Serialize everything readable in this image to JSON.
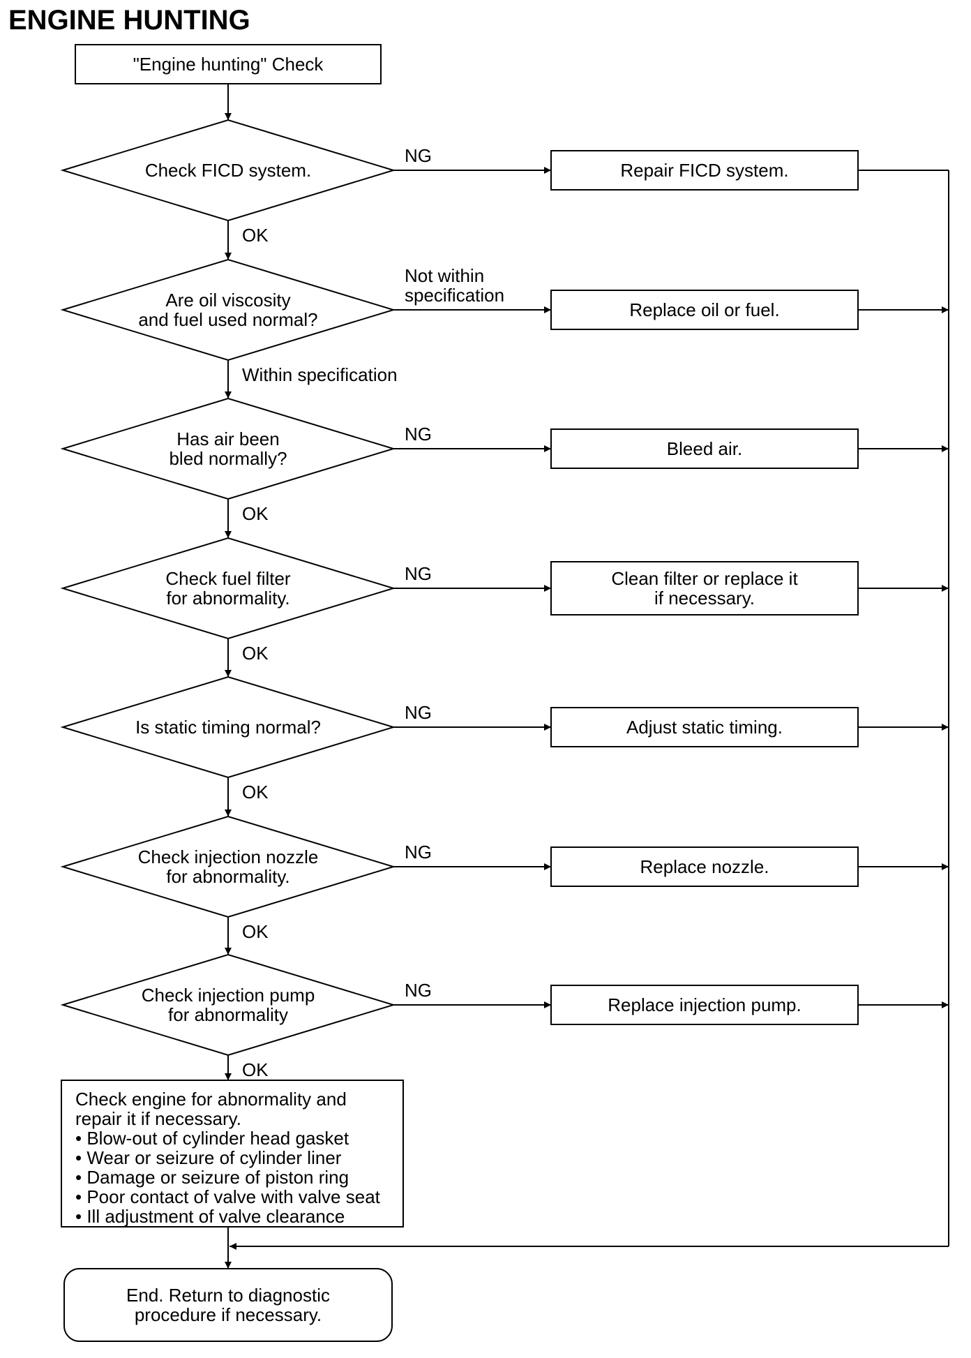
{
  "title": "ENGINE HUNTING",
  "start": "\"Engine hunting\" Check",
  "decisions": [
    {
      "lines": [
        "Check FICD system."
      ],
      "pass_label": "OK",
      "fail_label": [
        "NG"
      ],
      "action": [
        "Repair FICD system."
      ]
    },
    {
      "lines": [
        "Are oil viscosity",
        "and fuel used normal?"
      ],
      "pass_label": "Within specification",
      "fail_label": [
        "Not within",
        "specification"
      ],
      "action": [
        "Replace oil or fuel."
      ]
    },
    {
      "lines": [
        "Has air been",
        "bled normally?"
      ],
      "pass_label": "OK",
      "fail_label": [
        "NG"
      ],
      "action": [
        "Bleed air."
      ]
    },
    {
      "lines": [
        "Check fuel filter",
        "for abnormality."
      ],
      "pass_label": "OK",
      "fail_label": [
        "NG"
      ],
      "action": [
        "Clean filter or replace it",
        "if necessary."
      ]
    },
    {
      "lines": [
        "Is static timing normal?"
      ],
      "pass_label": "OK",
      "fail_label": [
        "NG"
      ],
      "action": [
        "Adjust static timing."
      ]
    },
    {
      "lines": [
        "Check injection nozzle",
        "for abnormality."
      ],
      "pass_label": "OK",
      "fail_label": [
        "NG"
      ],
      "action": [
        "Replace nozzle."
      ]
    },
    {
      "lines": [
        "Check injection pump",
        "for abnormality"
      ],
      "pass_label": "OK",
      "fail_label": [
        "NG"
      ],
      "action": [
        "Replace injection pump."
      ]
    }
  ],
  "final_check": [
    "Check engine for abnormality and",
    "repair it if necessary.",
    "• Blow-out of cylinder head gasket",
    "• Wear or seizure of cylinder liner",
    "• Damage or seizure of piston ring",
    "• Poor contact of valve with valve seat",
    "• Ill adjustment of valve clearance"
  ],
  "end": [
    "End. Return to diagnostic",
    "procedure if necessary."
  ]
}
